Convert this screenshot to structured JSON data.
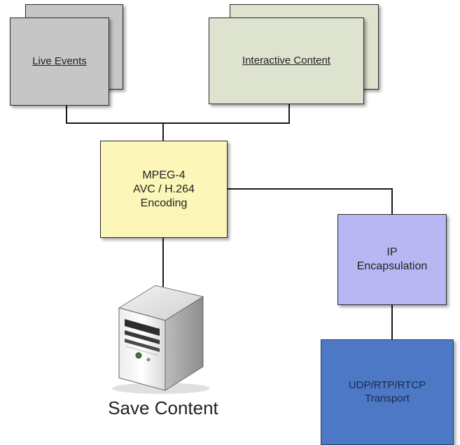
{
  "diagram": {
    "live_events": "Live Events",
    "interactive_content": "Interactive Content",
    "encoding": "MPEG-4\nAVC / H.264\nEncoding",
    "ip": "IP\nEncapsulation",
    "transport": "UDP/RTP/RTCP\nTransport",
    "save_content": "Save Content"
  },
  "colors": {
    "live_events": "#c6c6c6",
    "interactive_content": "#dde3ce",
    "encoding": "#fcf6b8",
    "ip": "#b9b6f4",
    "transport": "#4d78c5"
  },
  "icons": {
    "server": "server-tower-icon"
  }
}
